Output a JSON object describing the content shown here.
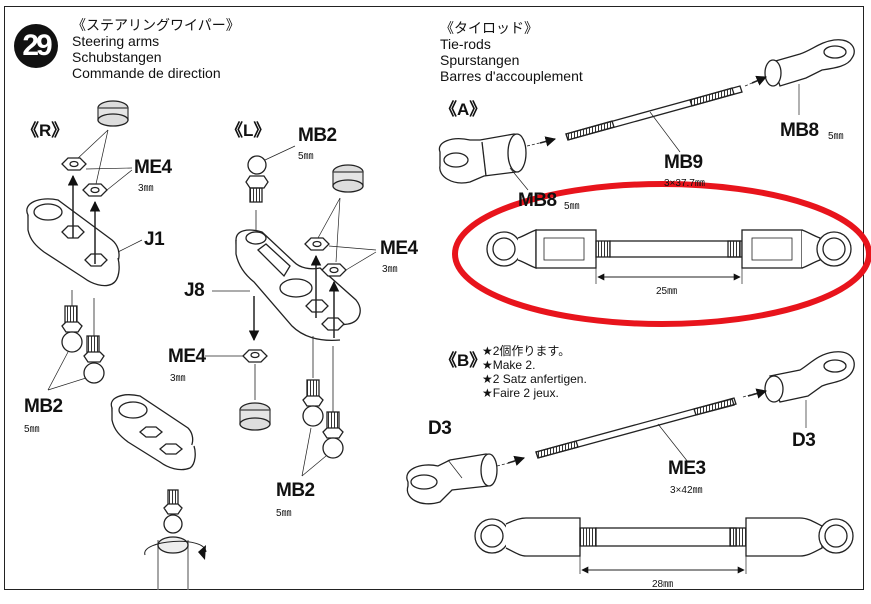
{
  "step": {
    "number": "29",
    "title_jp": "《ステアリングワイパー》",
    "title_en": "Steering arms",
    "title_de": "Schubstangen",
    "title_fr": "Commande de direction"
  },
  "left_panel": {
    "r_section": {
      "label": "《R》",
      "parts": [
        {
          "code": "ME4",
          "size": "3㎜"
        },
        {
          "code": "J1",
          "size": ""
        },
        {
          "code": "MB2",
          "size": "5㎜"
        }
      ]
    },
    "l_section": {
      "label": "《L》",
      "parts": [
        {
          "code": "MB2",
          "size": "5㎜"
        },
        {
          "code": "ME4",
          "size": "3㎜"
        },
        {
          "code": "J8",
          "size": ""
        },
        {
          "code": "ME4",
          "size": "3㎜"
        },
        {
          "code": "MB2",
          "size": "5㎜"
        }
      ]
    }
  },
  "right_panel": {
    "title_jp": "《タイロッド》",
    "title_en": "Tie-rods",
    "title_de": "Spurstangen",
    "title_fr": "Barres d'accouplement",
    "a_section": {
      "label": "《A》",
      "parts": [
        {
          "code": "MB8",
          "size": "5㎜"
        },
        {
          "code": "MB9",
          "size": "3×37.7㎜"
        },
        {
          "code": "MB8",
          "size": "5㎜"
        }
      ],
      "assembled_length": "25㎜",
      "highlight_color": "#e8141c"
    },
    "b_section": {
      "label": "《B》",
      "notes": [
        "★2個作ります。",
        "★Make 2.",
        "★2 Satz anfertigen.",
        "★Faire 2 jeux."
      ],
      "parts": [
        {
          "code": "D3",
          "size": ""
        },
        {
          "code": "ME3",
          "size": "3×42㎜"
        },
        {
          "code": "D3",
          "size": ""
        }
      ],
      "assembled_length": "28㎜"
    }
  }
}
